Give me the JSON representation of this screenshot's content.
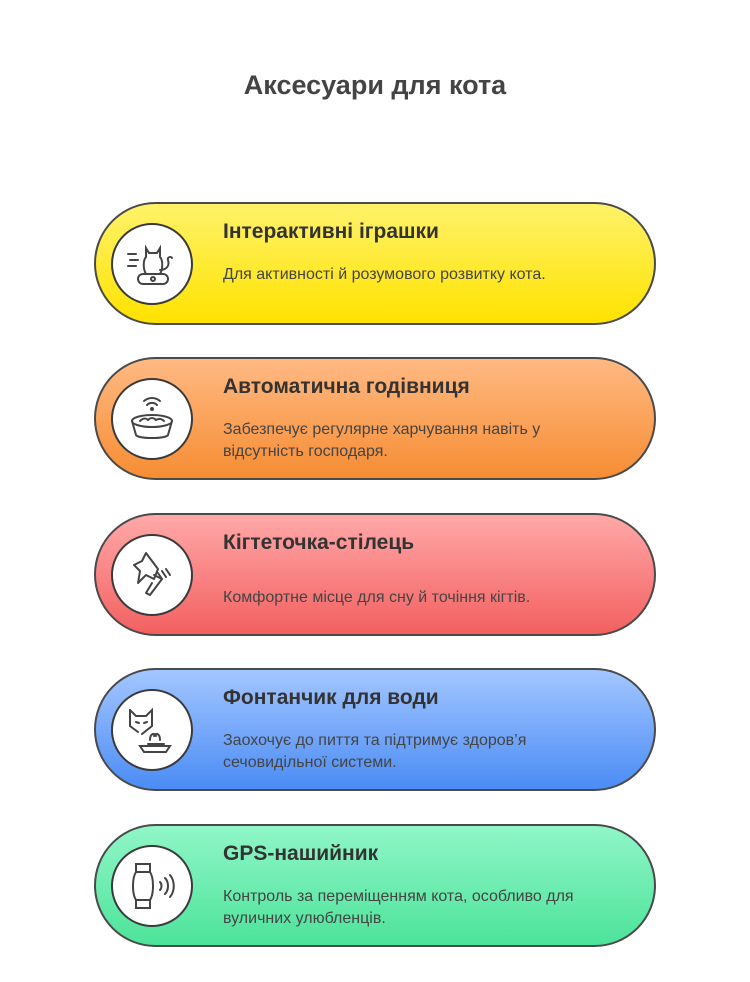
{
  "title": "Аксесуари для кота",
  "items": [
    {
      "title": "Інтерактивні іграшки",
      "description": "Для активності й розумового розвитку кота.",
      "icon": "cat-toy-icon",
      "color": "#ffe600"
    },
    {
      "title": "Автоматична годівниця",
      "description": "Забезпечує регулярне харчування навіть у відсутність господаря.",
      "icon": "smart-bowl-icon",
      "color": "#f79038"
    },
    {
      "title": "Кігтеточка-стілець",
      "description": "Комфортне місце для сну й точіння кігтів.",
      "icon": "scratching-paw-icon",
      "color": "#f46464"
    },
    {
      "title": "Фонтанчик для води",
      "description": "Заохочує до пиття та підтримує здоров’я сечовидільної системи.",
      "icon": "water-fountain-icon",
      "color": "#4d8ef5"
    },
    {
      "title": "GPS-нашийник",
      "description": "Контроль за переміщенням кота, особливо для вуличних улюбленців.",
      "icon": "gps-collar-icon",
      "color": "#4ee39a"
    }
  ]
}
